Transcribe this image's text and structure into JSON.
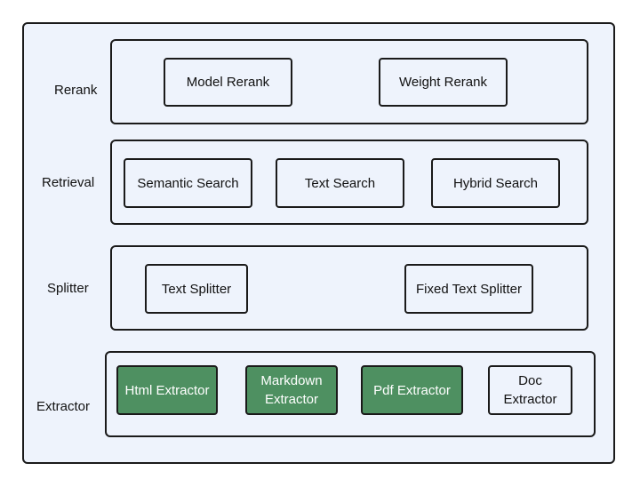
{
  "layers": {
    "rerank": {
      "label": "Rerank",
      "components": [
        "Model Rerank",
        "Weight Rerank"
      ]
    },
    "retrieval": {
      "label": "Retrieval",
      "components": [
        "Semantic Search",
        "Text  Search",
        "Hybrid  Search"
      ]
    },
    "splitter": {
      "label": "Splitter",
      "components": [
        "Text Splitter",
        "Fixed Text Splitter"
      ]
    },
    "extractor": {
      "label": "Extractor",
      "components": [
        "Html Extractor",
        "Markdown\nExtractor",
        "Pdf Extractor",
        "Doc\nExtractor"
      ]
    }
  },
  "colors": {
    "background": "#eef3fc",
    "border": "#1a1a1a",
    "highlight": "#4e9061",
    "highlight_text": "#ffffff"
  }
}
